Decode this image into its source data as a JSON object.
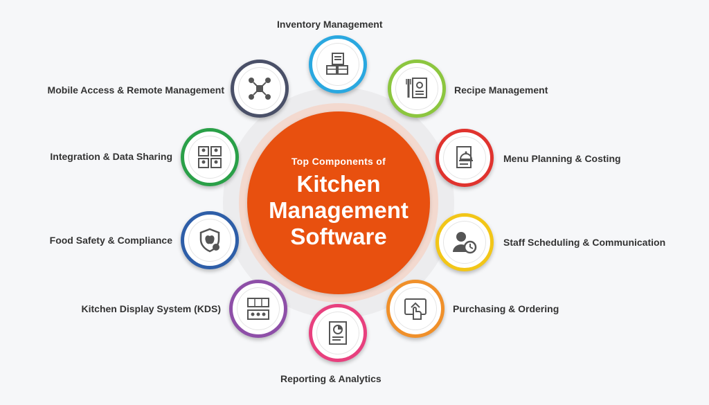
{
  "hub": {
    "subtitle": "Top Components of",
    "title": "Kitchen Management Software",
    "color": "#e8500f"
  },
  "components": [
    {
      "label": "Inventory Management",
      "color": "#2aa8e0",
      "icon": "inventory-boxes-icon"
    },
    {
      "label": "Recipe Management",
      "color": "#8cc63f",
      "icon": "recipe-book-icon"
    },
    {
      "label": "Menu Planning & Costing",
      "color": "#e0332e",
      "icon": "menu-cloche-icon"
    },
    {
      "label": "Staff Scheduling & Communication",
      "color": "#f2c618",
      "icon": "staff-clock-icon"
    },
    {
      "label": "Purchasing & Ordering",
      "color": "#f0902a",
      "icon": "tablet-order-icon"
    },
    {
      "label": "Reporting & Analytics",
      "color": "#e8407e",
      "icon": "report-chart-icon"
    },
    {
      "label": "Kitchen Display System (KDS)",
      "color": "#8e4fa8",
      "icon": "kitchen-display-icon"
    },
    {
      "label": "Food Safety & Compliance",
      "color": "#2e5ea8",
      "icon": "shield-apple-icon"
    },
    {
      "label": "Integration & Data Sharing",
      "color": "#2aa048",
      "icon": "video-grid-icon"
    },
    {
      "label": "Mobile Access & Remote Management",
      "color": "#4a5068",
      "icon": "network-people-icon"
    }
  ]
}
